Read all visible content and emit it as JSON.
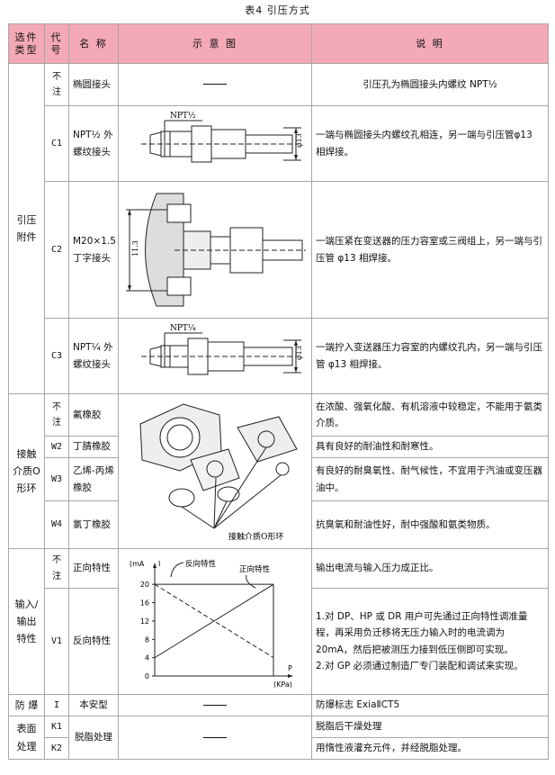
{
  "title": "表4 引压方式",
  "headers": [
    "选件类型",
    "代号",
    "名 称",
    "示 意 图",
    "说 明"
  ],
  "groups": {
    "g1": "引压附件",
    "g2": "接触介质O形环",
    "g3": "输入/输出特性",
    "g4": "防 爆",
    "g5": "表面处理"
  },
  "rows": {
    "r1": {
      "code": "不注",
      "name": "椭圆接头",
      "desc": "引压孔为椭圆接头内螺纹 NPT½"
    },
    "r2": {
      "code": "C1",
      "name": "NPT½ 外螺纹接头",
      "desc": "一端与椭圆接头内螺纹孔相连，另一端与引压管φ13 相焊接。"
    },
    "r3": {
      "code": "C2",
      "name": "M20×1.5丁字接头",
      "desc": "一端压紧在变送器的压力容室或三阀组上，另一端与引压管 φ13 相焊接。"
    },
    "r4": {
      "code": "C3",
      "name": "NPT¼ 外螺纹接头",
      "desc": "一端拧入变送器压力容室的内螺纹孔内，另一端与引压管 φ13 相焊接。"
    },
    "r5": {
      "code": "不注",
      "name": "氟橡胶",
      "desc": "在浓酸、强氧化酸、有机溶液中较稳定，不能用于氨类介质。"
    },
    "r6": {
      "code": "W2",
      "name": "丁腈橡胶",
      "desc": "具有良好的耐油性和耐寒性。"
    },
    "r7": {
      "code": "W3",
      "name": "乙烯-丙烯橡胶",
      "desc": "有良好的耐臭氧性、耐气候性，不宜用于汽油或变压器油中。"
    },
    "r8": {
      "code": "W4",
      "name": "氯丁橡胶",
      "desc": "抗臭氧和耐油性好，耐中强酸和氨类物质。"
    },
    "r9": {
      "code": "不注",
      "name": "正向特性",
      "desc": "输出电流与输入压力成正比。"
    },
    "r10": {
      "code": "V1",
      "name": "反向特性",
      "desc1": "1.对 DP、HP 或 DR 用户可先通过正向特性调准量程，再采用负迁移将无压力输入时的电流调为 20mA，然后把被测压力接到低压侧即可实现。",
      "desc2": "2.对 GP 必须通过制造厂专门装配和调试来实现。"
    },
    "r11": {
      "code": "I",
      "name": "本安型",
      "desc": "防爆标志 ExiaⅡCT5"
    },
    "r12": {
      "code": "K1",
      "name": "脱脂处理",
      "desc": "脱脂后干燥处理"
    },
    "r13": {
      "code": "K2",
      "desc": "用惰性液灌充元件，并经脱脂处理。"
    }
  },
  "figures": {
    "c1_label": "NPT½",
    "c1_dim": "φ13",
    "c2_dim": "11.3",
    "c3_label": "NPT¼",
    "c3_dim": "φ13",
    "oring_label": "接触介质O形环"
  },
  "chart_data": {
    "type": "line",
    "x": [
      0,
      1
    ],
    "ylabel": "mA",
    "xlabel_axis": "P",
    "xunit": "(KPa)",
    "yticks": [
      0,
      4,
      8,
      12,
      16,
      20
    ],
    "ylim": [
      0,
      22
    ],
    "series": [
      {
        "name": "正向特性",
        "x": [
          0,
          1
        ],
        "y": [
          4,
          20
        ],
        "style": "solid"
      },
      {
        "name": "反向特性",
        "x": [
          0,
          1
        ],
        "y": [
          20,
          4
        ],
        "style": "dashed"
      }
    ]
  },
  "colors": {
    "header_bg": "#f3a9b6",
    "border": "#a7a7a7"
  }
}
